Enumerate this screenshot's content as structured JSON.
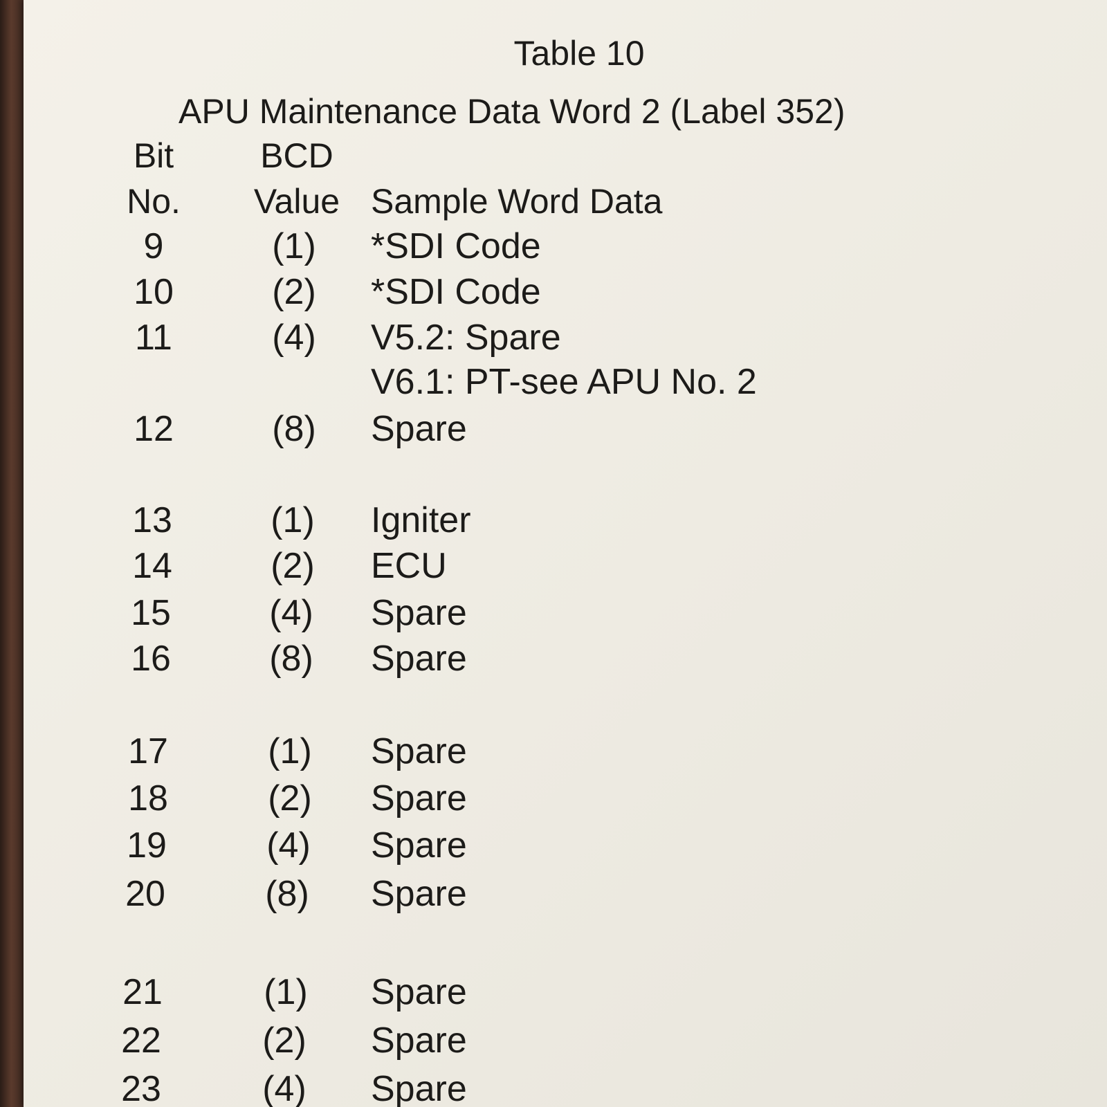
{
  "document": {
    "table_number": "Table 10",
    "table_title": "APU Maintenance Data Word 2 (Label 352)",
    "headers": {
      "bit_line1": "Bit",
      "bit_line2": "No.",
      "bcd_line1": "BCD",
      "bcd_line2": "Value",
      "data": "Sample Word Data"
    },
    "rows": [
      {
        "bit": "9",
        "bcd": "(1)",
        "data": "*SDI Code"
      },
      {
        "bit": "10",
        "bcd": "(2)",
        "data": "*SDI Code"
      },
      {
        "bit": "11",
        "bcd": "(4)",
        "data": "V5.2: Spare"
      },
      {
        "bit": "",
        "bcd": "",
        "data": "V6.1: PT-see APU No. 2"
      },
      {
        "bit": "12",
        "bcd": "(8)",
        "data": "Spare"
      },
      {
        "bit": "13",
        "bcd": "(1)",
        "data": "Igniter"
      },
      {
        "bit": "14",
        "bcd": "(2)",
        "data": "ECU"
      },
      {
        "bit": "15",
        "bcd": "(4)",
        "data": "Spare"
      },
      {
        "bit": "16",
        "bcd": "(8)",
        "data": "Spare"
      },
      {
        "bit": "17",
        "bcd": "(1)",
        "data": "Spare"
      },
      {
        "bit": "18",
        "bcd": "(2)",
        "data": "Spare"
      },
      {
        "bit": "19",
        "bcd": "(4)",
        "data": "Spare"
      },
      {
        "bit": "20",
        "bcd": "(8)",
        "data": "Spare"
      },
      {
        "bit": "21",
        "bcd": "(1)",
        "data": "Spare"
      },
      {
        "bit": "22",
        "bcd": "(2)",
        "data": "Spare"
      },
      {
        "bit": "23",
        "bcd": "(4)",
        "data": "Spare"
      }
    ]
  },
  "colors": {
    "paper": "#f1eee6",
    "ink": "#1c1b19",
    "background": "#3a2a22"
  }
}
